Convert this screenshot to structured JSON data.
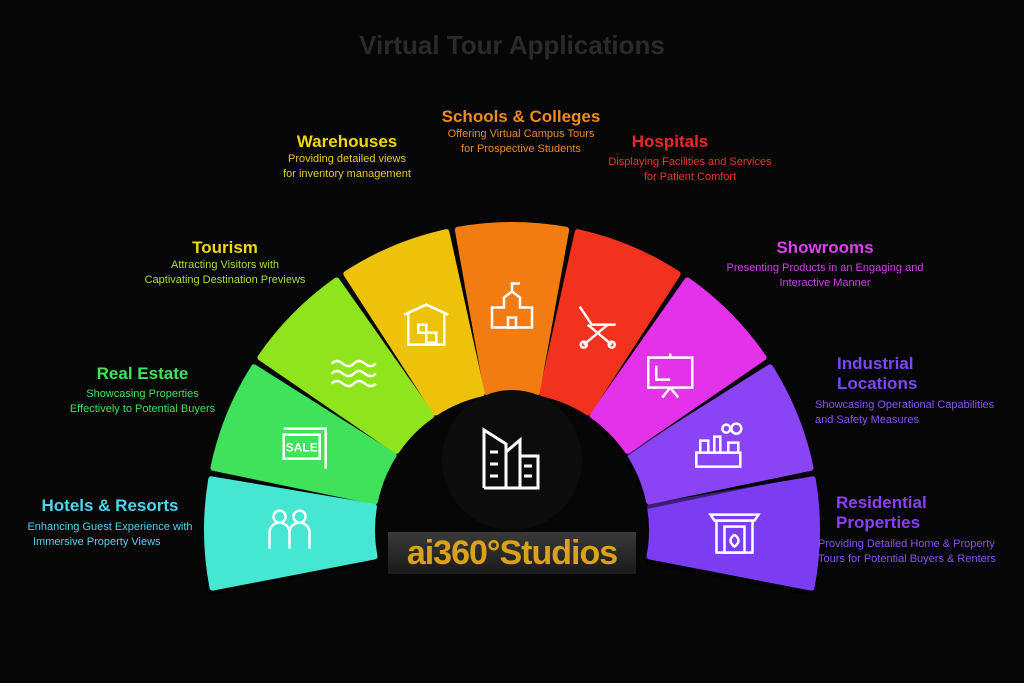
{
  "title": "Virtual Tour Applications",
  "logo_text": "ai360°Studios",
  "segments": [
    {
      "name": "Hotels & Resorts",
      "desc1": "Enhancing Guest Experience with",
      "desc2": "Immersive Property Views",
      "color": "#45e6d2",
      "text_color": "#4fd4ee",
      "icon": "people-icon"
    },
    {
      "name": "Real Estate",
      "desc1": "Showcasing Properties",
      "desc2": "Effectively to Potential Buyers",
      "color": "#3fe25a",
      "text_color": "#3fe25a",
      "icon": "sale-sign-icon",
      "icon_text": "SALE"
    },
    {
      "name": "Tourism",
      "desc1": "Attracting Visitors with",
      "desc2": "Captivating Destination Previews",
      "color": "#90e41c",
      "text_color": "#e8d800",
      "icon": "waves-icon"
    },
    {
      "name": "Warehouses",
      "desc1": "Providing detailed views",
      "desc2": "for inventory management",
      "color": "#eec20a",
      "text_color": "#f2d800",
      "icon": "warehouse-icon"
    },
    {
      "name": "Schools & Colleges",
      "desc1": "Offering Virtual Campus Tours",
      "desc2": "for Prospective Students",
      "color": "#f07c12",
      "text_color": "#f08a18",
      "icon": "school-icon"
    },
    {
      "name": "Hospitals",
      "desc1": "Displaying Facilities and Services",
      "desc2": "for Patient Comfort",
      "color": "#f2321e",
      "text_color": "#f02828",
      "icon": "hospital-bed-icon"
    },
    {
      "name": "Showrooms",
      "desc1": "Presenting Products in an Engaging and",
      "desc2": "Interactive Manner",
      "color": "#e432ea",
      "text_color": "#e040f0",
      "icon": "presentation-icon"
    },
    {
      "name": "Industrial",
      "name2": "Locations",
      "desc1": "Showcasing Operational Capabilities",
      "desc2": "and Safety Measures",
      "color": "#8a44f4",
      "text_color": "#7a48f8",
      "icon": "factory-icon"
    },
    {
      "name": "Residential",
      "name2": "Properties",
      "desc1": "Providing Detailed Home & Property",
      "desc2": "Tours for Potential Buyers & Renters",
      "color": "#7c3cf2",
      "text_color": "#8a40f0",
      "icon": "fireplace-icon"
    }
  ],
  "center_icon": "buildings-icon"
}
